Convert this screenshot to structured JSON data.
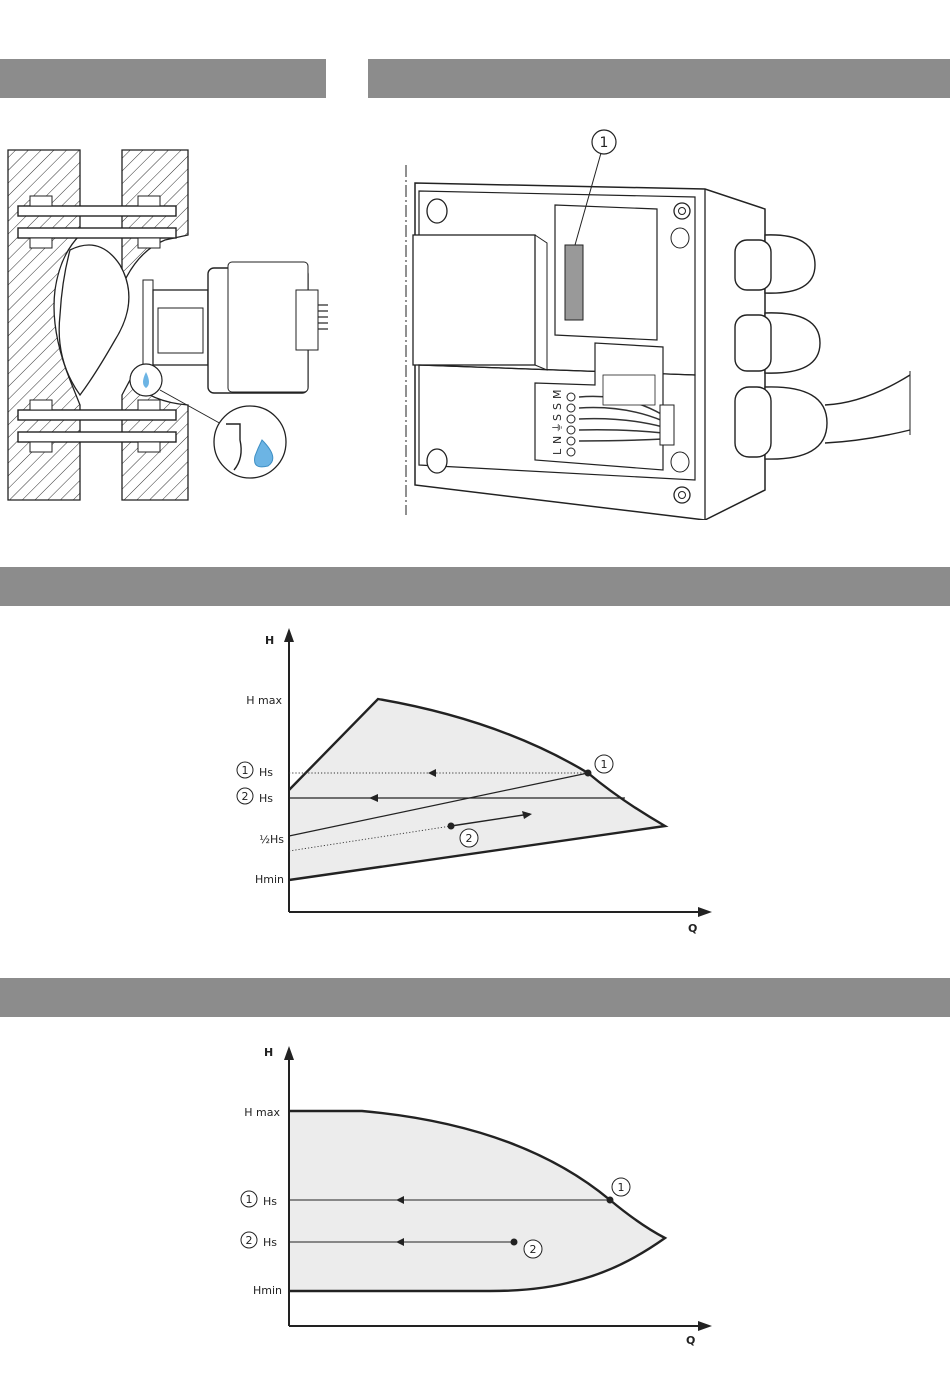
{
  "figures": {
    "wiring": {
      "callout": "1",
      "terminals": [
        "L",
        "N",
        "⏚",
        "S",
        "S",
        "M"
      ]
    }
  },
  "chart1": {
    "y_axis": "H",
    "x_axis": "Q",
    "labels": {
      "hmax": "H max",
      "hs1_num": "1",
      "hs1": "Hs",
      "hs2_num": "2",
      "hs2": "Hs",
      "halfhs": "½Hs",
      "hmin": "Hmin",
      "pt1": "1",
      "pt2": "2"
    }
  },
  "chart2": {
    "y_axis": "H",
    "x_axis": "Q",
    "labels": {
      "hmax": "H max",
      "hs1_num": "1",
      "hs1": "Hs",
      "hs2_num": "2",
      "hs2": "Hs",
      "hmin": "Hmin",
      "pt1": "1",
      "pt2": "2"
    }
  },
  "colors": {
    "band": "#8c8c8c",
    "fill": "#ececec",
    "line": "#222222",
    "water": "#6cb4e4"
  }
}
